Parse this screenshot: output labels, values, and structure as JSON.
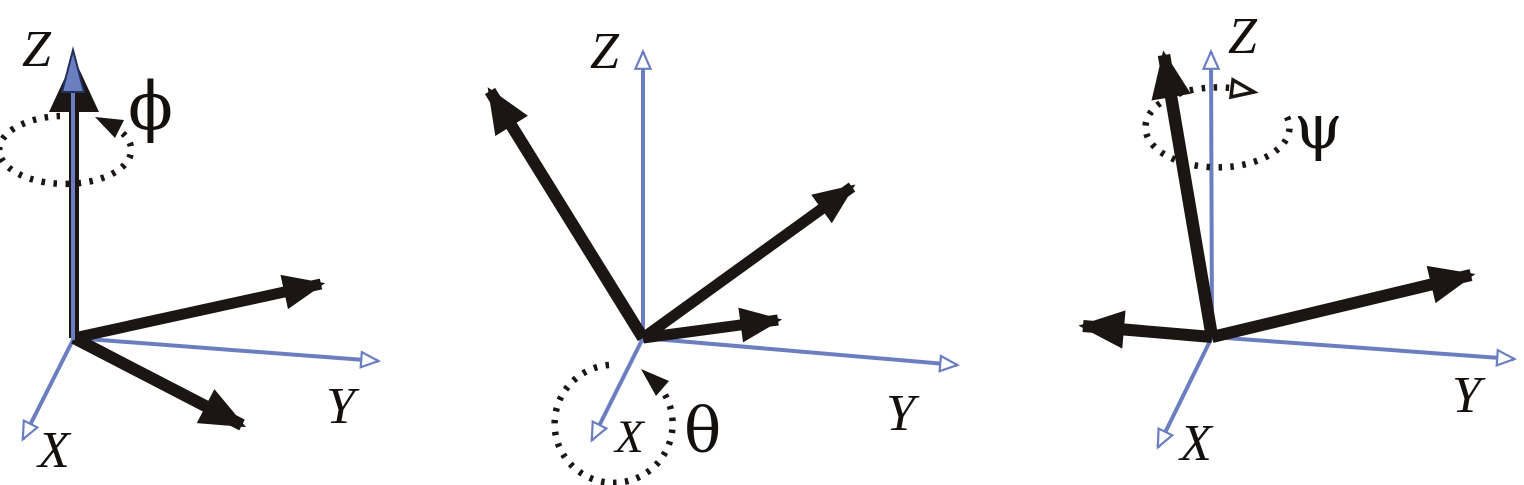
{
  "figure": {
    "name": "euler-angle-rotations-diagram",
    "colors": {
      "axis_blue": "#6b7fc0",
      "axis_head_outline": "#22305f",
      "arrow_black": "#1b1613",
      "background": "#ffffff",
      "label_ink": "#14100d"
    },
    "panels": [
      {
        "id": "first-rotation",
        "angle_symbol": "ϕ",
        "rotation_about": "Z",
        "axes": {
          "x": "X",
          "y": "Y",
          "z": "Z"
        }
      },
      {
        "id": "second-rotation",
        "angle_symbol": "θ",
        "rotation_about": "X",
        "axes": {
          "x": "X",
          "y": "Y",
          "z": "Z"
        }
      },
      {
        "id": "third-rotation",
        "angle_symbol": "ψ",
        "rotation_about": "Z",
        "axes": {
          "x": "X",
          "y": "Y",
          "z": "Z"
        }
      }
    ]
  }
}
